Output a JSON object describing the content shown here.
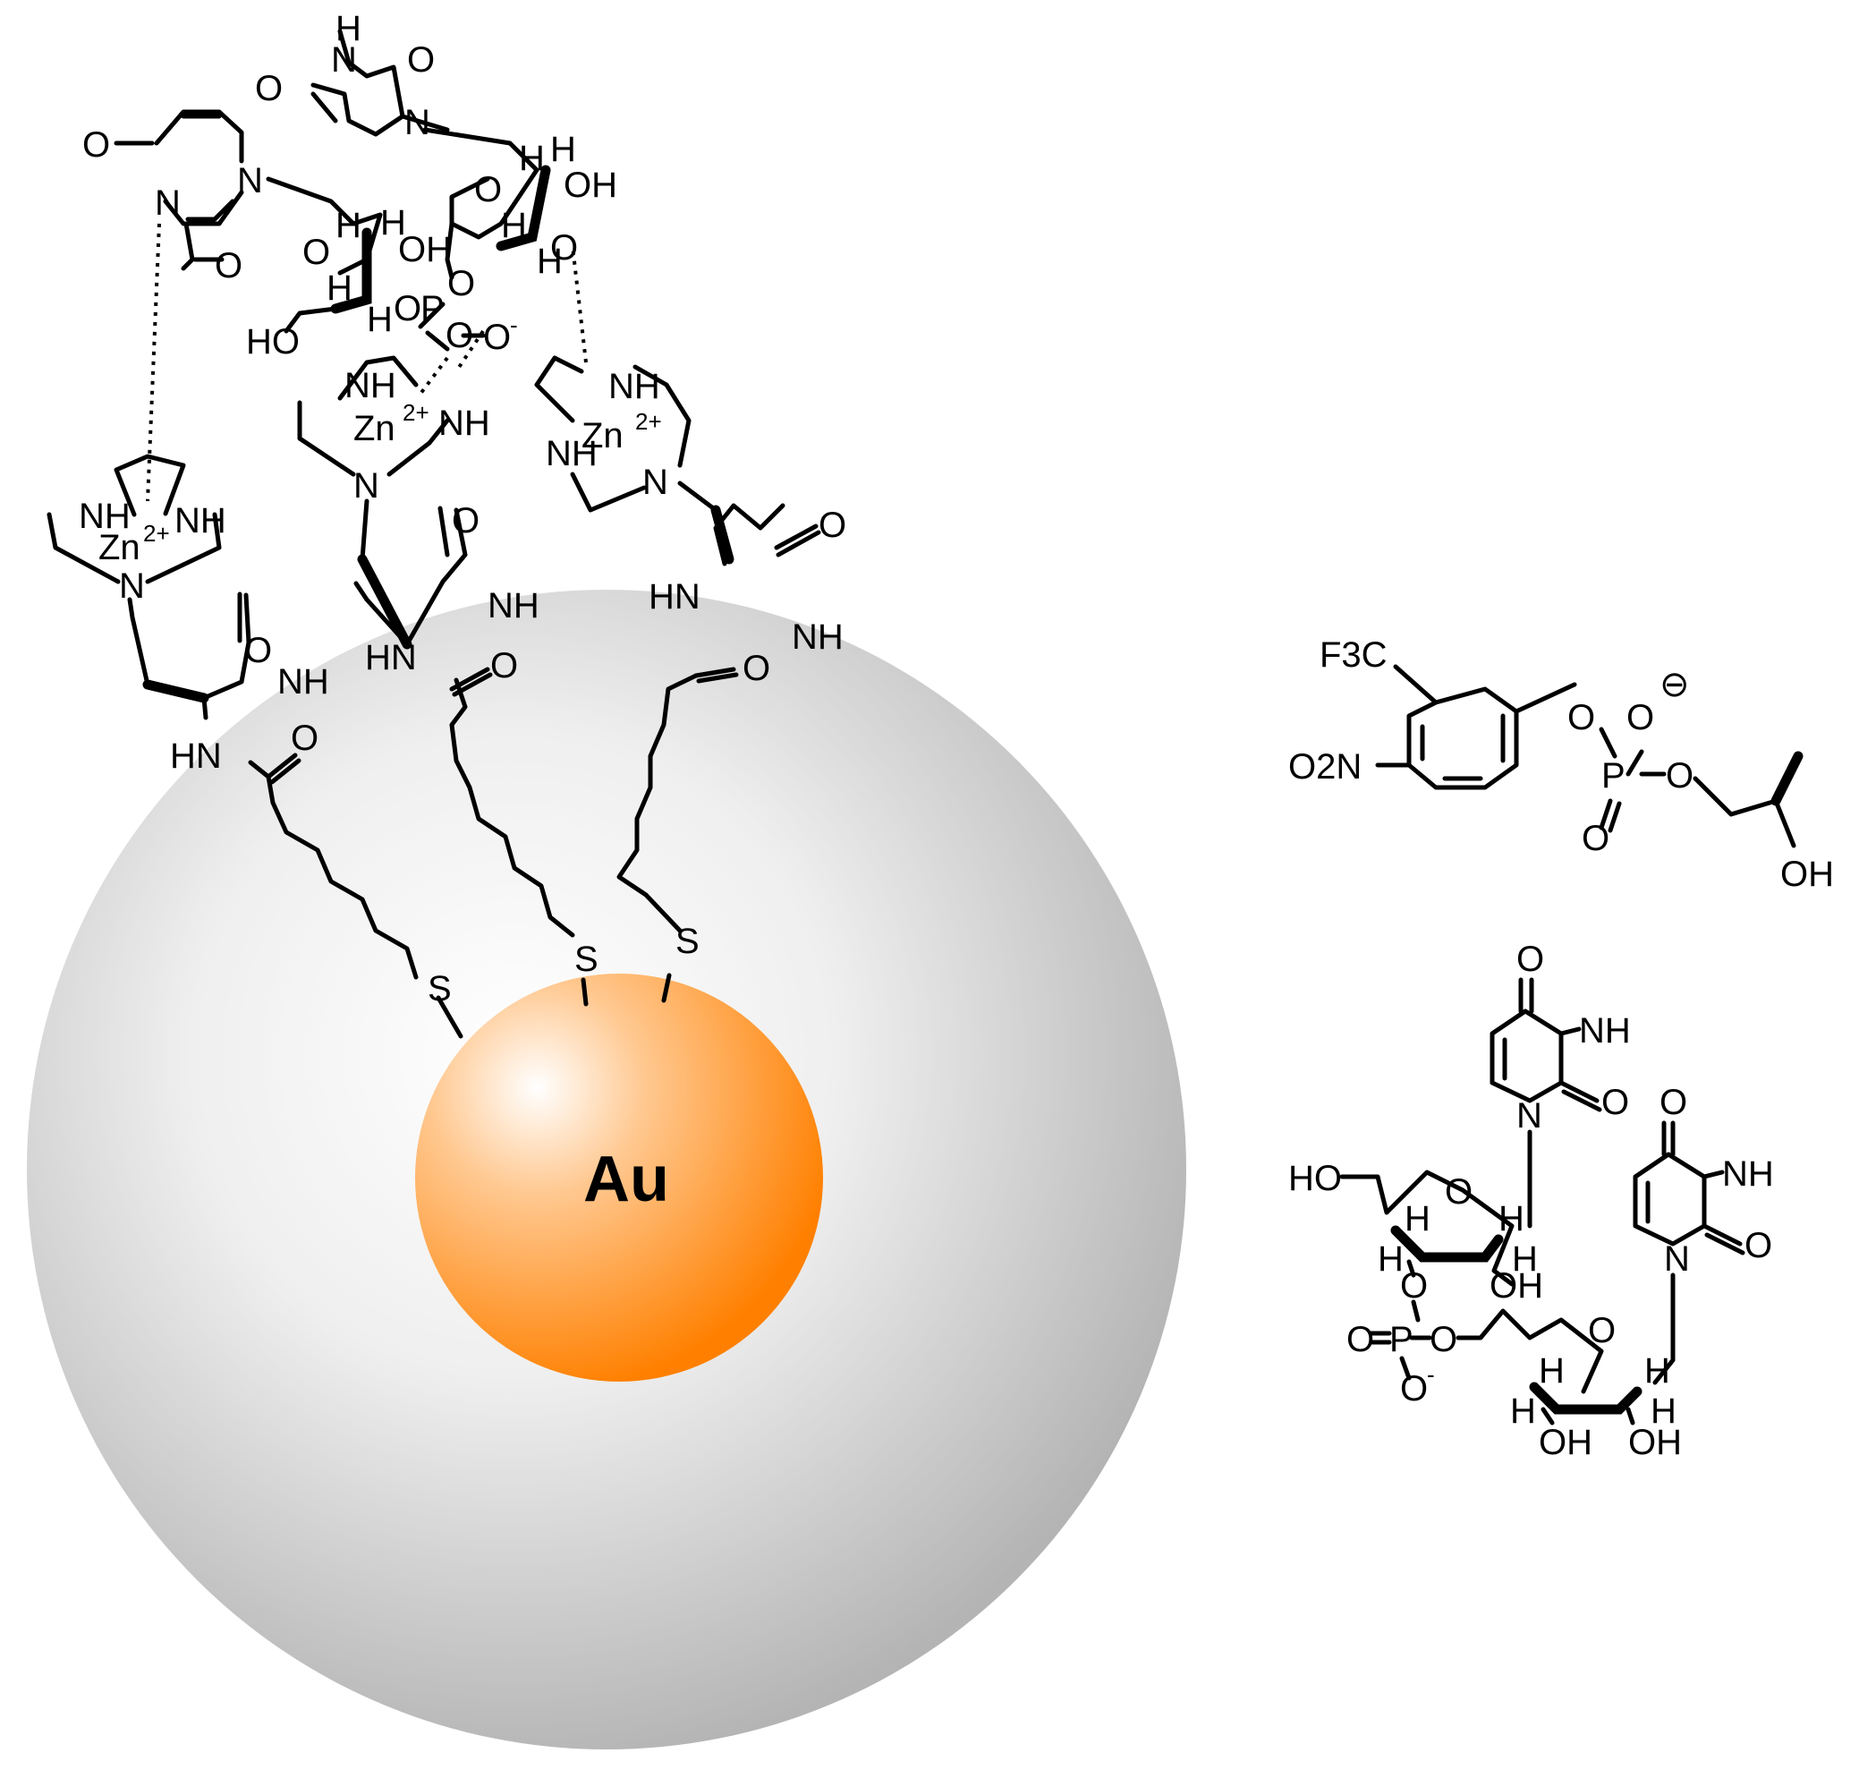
{
  "colors": {
    "shell": "#bdbdbd",
    "core": "#ff8c00",
    "ink": "#000000"
  },
  "core_label": "Au",
  "atoms": {
    "O": "O",
    "N": "N",
    "H": "H",
    "S": "S",
    "P": "P",
    "NH": "NH",
    "HN": "HN",
    "NH_dot": "NH·",
    "OH": "OH",
    "HO": "HO",
    "Zn": "Zn",
    "Zn_charge": "2+",
    "O_minus": "O",
    "minus": "-",
    "F3C": "F3C",
    "O2N": "O2N",
    "circ_minus": "⊖"
  }
}
